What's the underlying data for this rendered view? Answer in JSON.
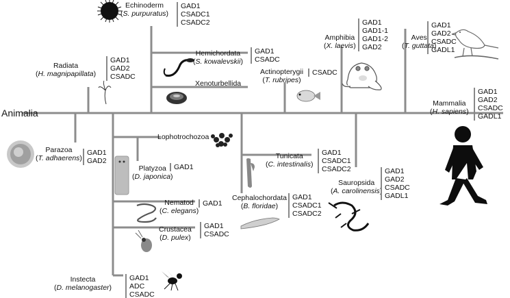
{
  "root": "Animalia",
  "clades": {
    "echinoderm": {
      "name": "Echinoderm",
      "species": "S. purpuratus",
      "genes": [
        "GAD1",
        "CSADC1",
        "CSADC2"
      ]
    },
    "radiata": {
      "name": "Radiata",
      "species": "H. magnipapillata",
      "genes": [
        "GAD1",
        "GAD2",
        "CSADC"
      ]
    },
    "hemichordata": {
      "name": "Hemichordata",
      "species": "S. kowalevskii",
      "genes": [
        "GAD1",
        "CSADC"
      ]
    },
    "xenoturbellida": {
      "name": "Xenoturbellida"
    },
    "actinopterygii": {
      "name": "Actinopterygii",
      "species": "T. rubripes",
      "genes": [
        "CSADC"
      ]
    },
    "amphibia": {
      "name": "Amphibia",
      "species": "X. laevis",
      "genes": [
        "GAD1",
        "GAD1-1",
        "GAD1-2",
        "GAD2"
      ]
    },
    "aves": {
      "name": "Aves",
      "species": "T. guttata",
      "genes": [
        "GAD1",
        "GAD2",
        "CSADC",
        "GADL1"
      ]
    },
    "mammalia": {
      "name": "Mammalia",
      "species": "H. sapiens",
      "genes": [
        "GAD1",
        "GAD2",
        "CSADC",
        "GADL1"
      ]
    },
    "parazoa": {
      "name": "Parazoa",
      "species": "T. adhaerens",
      "genes": [
        "GAD1",
        "GAD2"
      ]
    },
    "lophotrochozoa": {
      "name": "Lophotrochozoa"
    },
    "platyzoa": {
      "name": "Platyzoa",
      "species": "D. japonica",
      "genes": [
        "GAD1"
      ]
    },
    "tunicata": {
      "name": "Tunicata",
      "species": "C. intestinalis",
      "genes": [
        "GAD1",
        "CSADC1",
        "CSADC2"
      ]
    },
    "sauropsida": {
      "name": "Sauropsida",
      "species": "A. carolinensis",
      "genes": [
        "GAD1",
        "GAD2",
        "CSADC",
        "GADL1"
      ]
    },
    "nematod": {
      "name": "Nematod",
      "species": "C. elegans",
      "genes": [
        "GAD1"
      ]
    },
    "cephalochordata": {
      "name": "Cephalochordata",
      "species": "B. floridae",
      "genes": [
        "GAD1",
        "CSADC1",
        "CSADC2"
      ]
    },
    "crustacea": {
      "name": "Crustacea",
      "species": "D. pulex",
      "genes": [
        "GAD1",
        "CSADC"
      ]
    },
    "insecta": {
      "name": "Instecta",
      "species": "D. melanogaster",
      "genes": [
        "GAD1",
        "ADC",
        "CSADC"
      ]
    }
  }
}
